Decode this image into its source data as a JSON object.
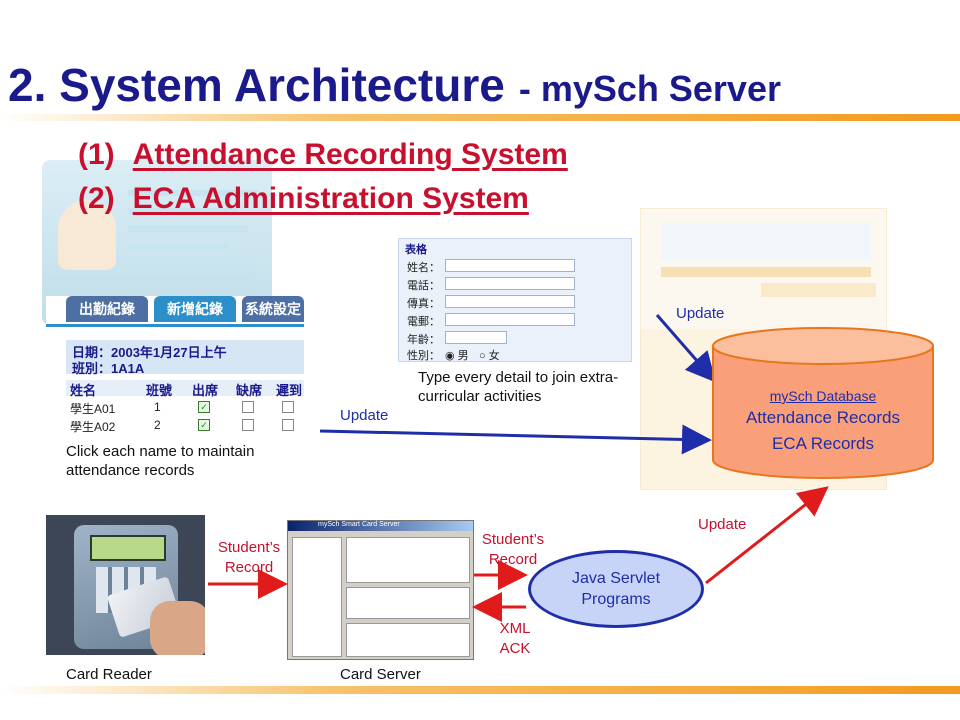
{
  "slide": {
    "title": "2. System Architecture",
    "title_suffix": "- mySch Server",
    "subtitles": [
      {
        "num": "(1)",
        "text": "Attendance Recording System"
      },
      {
        "num": "(2)",
        "text": "ECA Administration System"
      }
    ]
  },
  "attendance_ui": {
    "tabs": [
      "出勤紀錄",
      "新增紀錄",
      "系統設定"
    ],
    "date_line": "日期：2003年1月27日上午",
    "class_line": "班別：1A1A",
    "columns": [
      "姓名",
      "班號",
      "出席",
      "缺席",
      "遲到"
    ],
    "rows": [
      {
        "name": "學生A01",
        "no": "1"
      },
      {
        "name": "學生A02",
        "no": "2"
      }
    ],
    "caption": "Click each name to maintain attendance records"
  },
  "eca_form": {
    "header": "表格",
    "fields": [
      "姓名：",
      "電話：",
      "傳真：",
      "電郵：",
      "年齡："
    ],
    "gender_label": "性別：",
    "gender_options": [
      "男",
      "女"
    ],
    "caption": "Type every detail to join extra-curricular activities"
  },
  "database": {
    "name": "mySch Database",
    "records": [
      "Attendance Records",
      "ECA Records"
    ]
  },
  "servlet": {
    "label": "Java Servlet Programs"
  },
  "hardware": {
    "card_reader_label": "Card Reader",
    "card_server_label": "Card Server",
    "card_server_window_title": "mySch Smart Card Server"
  },
  "arrows": {
    "update_form": "Update",
    "update_attendance": "Update",
    "update_servlet": "Update",
    "reader_to_server": "Student’s Record",
    "server_to_servlet": "Student’s Record",
    "servlet_to_server": "XML ACK"
  },
  "colors": {
    "title": "#1a1a8c",
    "accent_red": "#c8102e",
    "arrow_blue": "#1f2ea8",
    "db_fill": "#f9a07a",
    "servlet_fill": "#c8d4f7",
    "orange_rule": "#f39a1e"
  }
}
